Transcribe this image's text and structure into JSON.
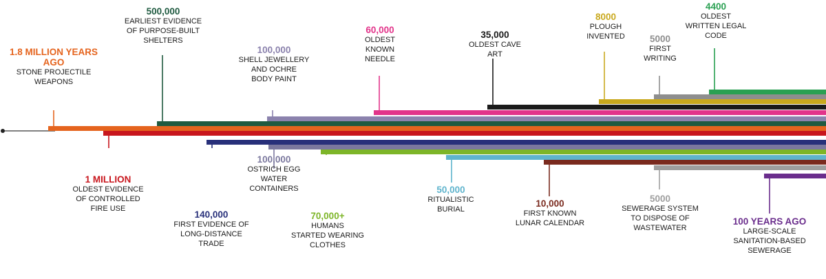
{
  "events": [
    {
      "id": "stone-projectile-weapons",
      "date": "1.8 MILLION YEARS AGO",
      "desc": "STONE PROJECTILE\nWEAPONS",
      "color": "#e5641e",
      "side": "above"
    },
    {
      "id": "controlled-fire",
      "date": "1 MILLION",
      "desc": "OLDEST EVIDENCE\nOF CONTROLLED\nFIRE USE",
      "color": "#c8161d",
      "side": "below"
    },
    {
      "id": "purpose-built-shelters",
      "date": "500,000",
      "desc": "EARLIEST EVIDENCE\nOF PURPOSE-BUILT\nSHELTERS",
      "color": "#1f5a40",
      "side": "above"
    },
    {
      "id": "long-distance-trade",
      "date": "140,000",
      "desc": "FIRST EVIDENCE OF\nLONG-DISTANCE\nTRADE",
      "color": "#28307a",
      "side": "below"
    },
    {
      "id": "shell-jewellery",
      "date": "100,000",
      "desc": "SHELL JEWELLERY\nAND OCHRE\nBODY PAINT",
      "color": "#8b82ad",
      "side": "above"
    },
    {
      "id": "ostrich-egg-containers",
      "date": "100,000",
      "desc": "OSTRICH EGG\nWATER\nCONTAINERS",
      "color": "#7b789e",
      "side": "below"
    },
    {
      "id": "wearing-clothes",
      "date": "70,000+",
      "desc": "HUMANS\nSTARTED WEARING\nCLOTHES",
      "color": "#7db528",
      "side": "below"
    },
    {
      "id": "oldest-needle",
      "date": "60,000",
      "desc": "OLDEST\nKNOWN\nNEEDLE",
      "color": "#e2348a",
      "side": "above"
    },
    {
      "id": "ritualistic-burial",
      "date": "50,000",
      "desc": "RITUALISTIC\nBURIAL",
      "color": "#5fb4cd",
      "side": "below"
    },
    {
      "id": "oldest-cave-art",
      "date": "35,000",
      "desc": "OLDEST CAVE\nART",
      "color": "#1a1a1a",
      "side": "above"
    },
    {
      "id": "lunar-calendar",
      "date": "10,000",
      "desc": "FIRST KNOWN\nLUNAR CALENDAR",
      "color": "#7a2a1e",
      "side": "below"
    },
    {
      "id": "plough-invented",
      "date": "8000",
      "desc": "PLOUGH\nINVENTED",
      "color": "#c9a91e",
      "side": "above"
    },
    {
      "id": "first-writing",
      "date": "5000",
      "desc": "FIRST\nWRITING",
      "color": "#8e8e8e",
      "side": "above"
    },
    {
      "id": "sewerage-system",
      "date": "5000",
      "desc": "SEWERAGE SYSTEM\nTO DISPOSE OF\nWASTEWATER",
      "color": "#9e9e9e",
      "side": "below"
    },
    {
      "id": "oldest-legal-code",
      "date": "4400",
      "desc": "OLDEST\nWRITTEN LEGAL\nCODE",
      "color": "#2aa052",
      "side": "above"
    },
    {
      "id": "sanitation-sewerage",
      "date": "100 YEARS AGO",
      "desc": "LARGE-SCALE\nSANITATION-BASED\nSEWERAGE",
      "color": "#6a2d8c",
      "side": "below"
    }
  ]
}
